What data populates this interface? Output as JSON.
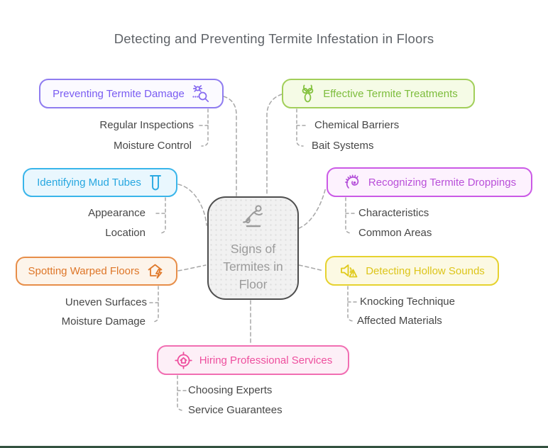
{
  "title": "Detecting and Preventing Termite Infestation in Floors",
  "center": {
    "label": "Signs of Termites in Floor",
    "icon": "termite-figure-icon",
    "border_color": "#4e4e4e",
    "text_color": "#9b9b9b"
  },
  "connector_color": "#a7a7a7",
  "bottom_rule_color": "#33523f",
  "branches": [
    {
      "id": "preventing-termite-damage",
      "label": "Preventing Termite Damage",
      "icon": "bug-search-icon",
      "icon_side": "right",
      "accent": "#8f7cf0",
      "text_color": "#7a5cf2",
      "fill": "#fbfaff",
      "children": [
        "Regular Inspections",
        "Moisture Control"
      ]
    },
    {
      "id": "effective-termite-treatments",
      "label": "Effective Termite Treatments",
      "icon": "termite-icon",
      "icon_side": "left",
      "accent": "#a2cf5a",
      "text_color": "#7dbd3c",
      "fill": "#f5fbe6",
      "children": [
        "Chemical Barriers",
        "Bait Systems"
      ]
    },
    {
      "id": "identifying-mud-tubes",
      "label": "Identifying Mud Tubes",
      "icon": "test-tube-icon",
      "icon_side": "right",
      "accent": "#39b5ea",
      "text_color": "#27a7e0",
      "fill": "#e9f7fe",
      "children": [
        "Appearance",
        "Location"
      ]
    },
    {
      "id": "recognizing-termite-droppings",
      "label": "Recognizing Termite Droppings",
      "icon": "larva-icon",
      "icon_side": "left",
      "accent": "#cb5ae6",
      "text_color": "#b94fd9",
      "fill": "#fdf2fe",
      "children": [
        "Characteristics",
        "Common Areas"
      ]
    },
    {
      "id": "spotting-warped-floors",
      "label": "Spotting Warped Floors",
      "icon": "house-damage-icon",
      "icon_side": "right",
      "accent": "#e78e49",
      "text_color": "#de7628",
      "fill": "#fdf4ea",
      "children": [
        "Uneven Surfaces",
        "Moisture Damage"
      ]
    },
    {
      "id": "detecting-hollow-sounds",
      "label": "Detecting Hollow Sounds",
      "icon": "sound-warning-icon",
      "icon_side": "left",
      "accent": "#e6d22f",
      "text_color": "#ddc51a",
      "fill": "#fcf9e3",
      "children": [
        "Knocking Technique",
        "Affected Materials"
      ]
    },
    {
      "id": "hiring-professional-services",
      "label": "Hiring Professional Services",
      "icon": "target-house-icon",
      "icon_side": "left",
      "accent": "#f16eb2",
      "text_color": "#ee4f9e",
      "fill": "#fdeff7",
      "children": [
        "Choosing Experts",
        "Service Guarantees"
      ]
    }
  ]
}
